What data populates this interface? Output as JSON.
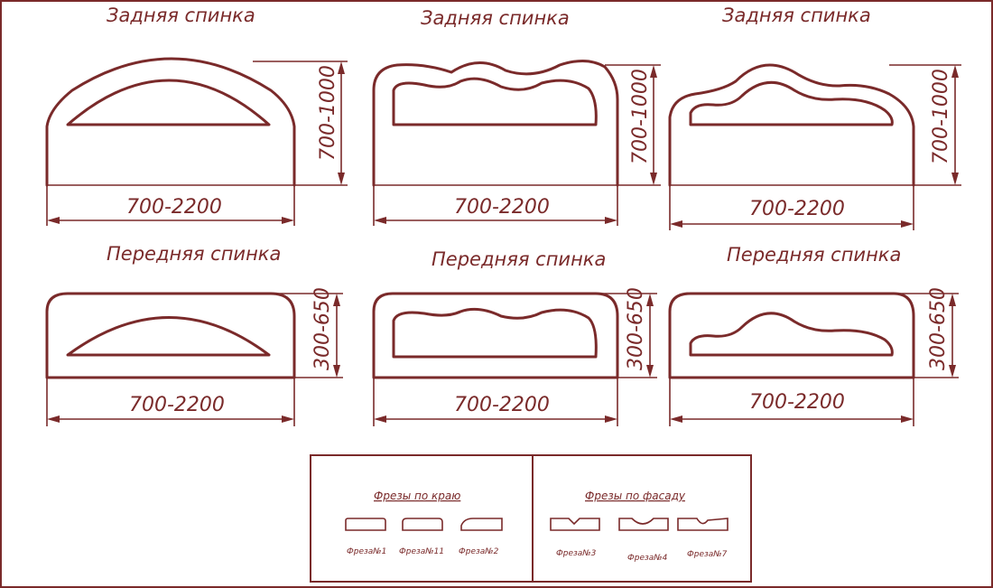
{
  "panels": {
    "back_1_title": "Задняя спинка",
    "back_2_title": "Задняя спинка",
    "back_3_title": "Задняя спинка",
    "front_1_title": "Передняя спинка",
    "front_2_title": "Передняя спинка",
    "front_3_title": "Передняя спинка",
    "back_width": "700-2200",
    "back_height": "700-1000",
    "front_width": "700-2200",
    "front_height": "300-650"
  },
  "legend": {
    "edge_heading": "Фрезы по краю",
    "facade_heading": "Фрезы по фасаду",
    "edge_items": [
      "Фреза№1",
      "Фреза№11",
      "Фреза№2"
    ],
    "facade_items": [
      "Фреза№3",
      "Фреза№4",
      "Фреза№7"
    ]
  },
  "colors": {
    "ink": "#7a2a2a",
    "paper": "#ffffff"
  }
}
